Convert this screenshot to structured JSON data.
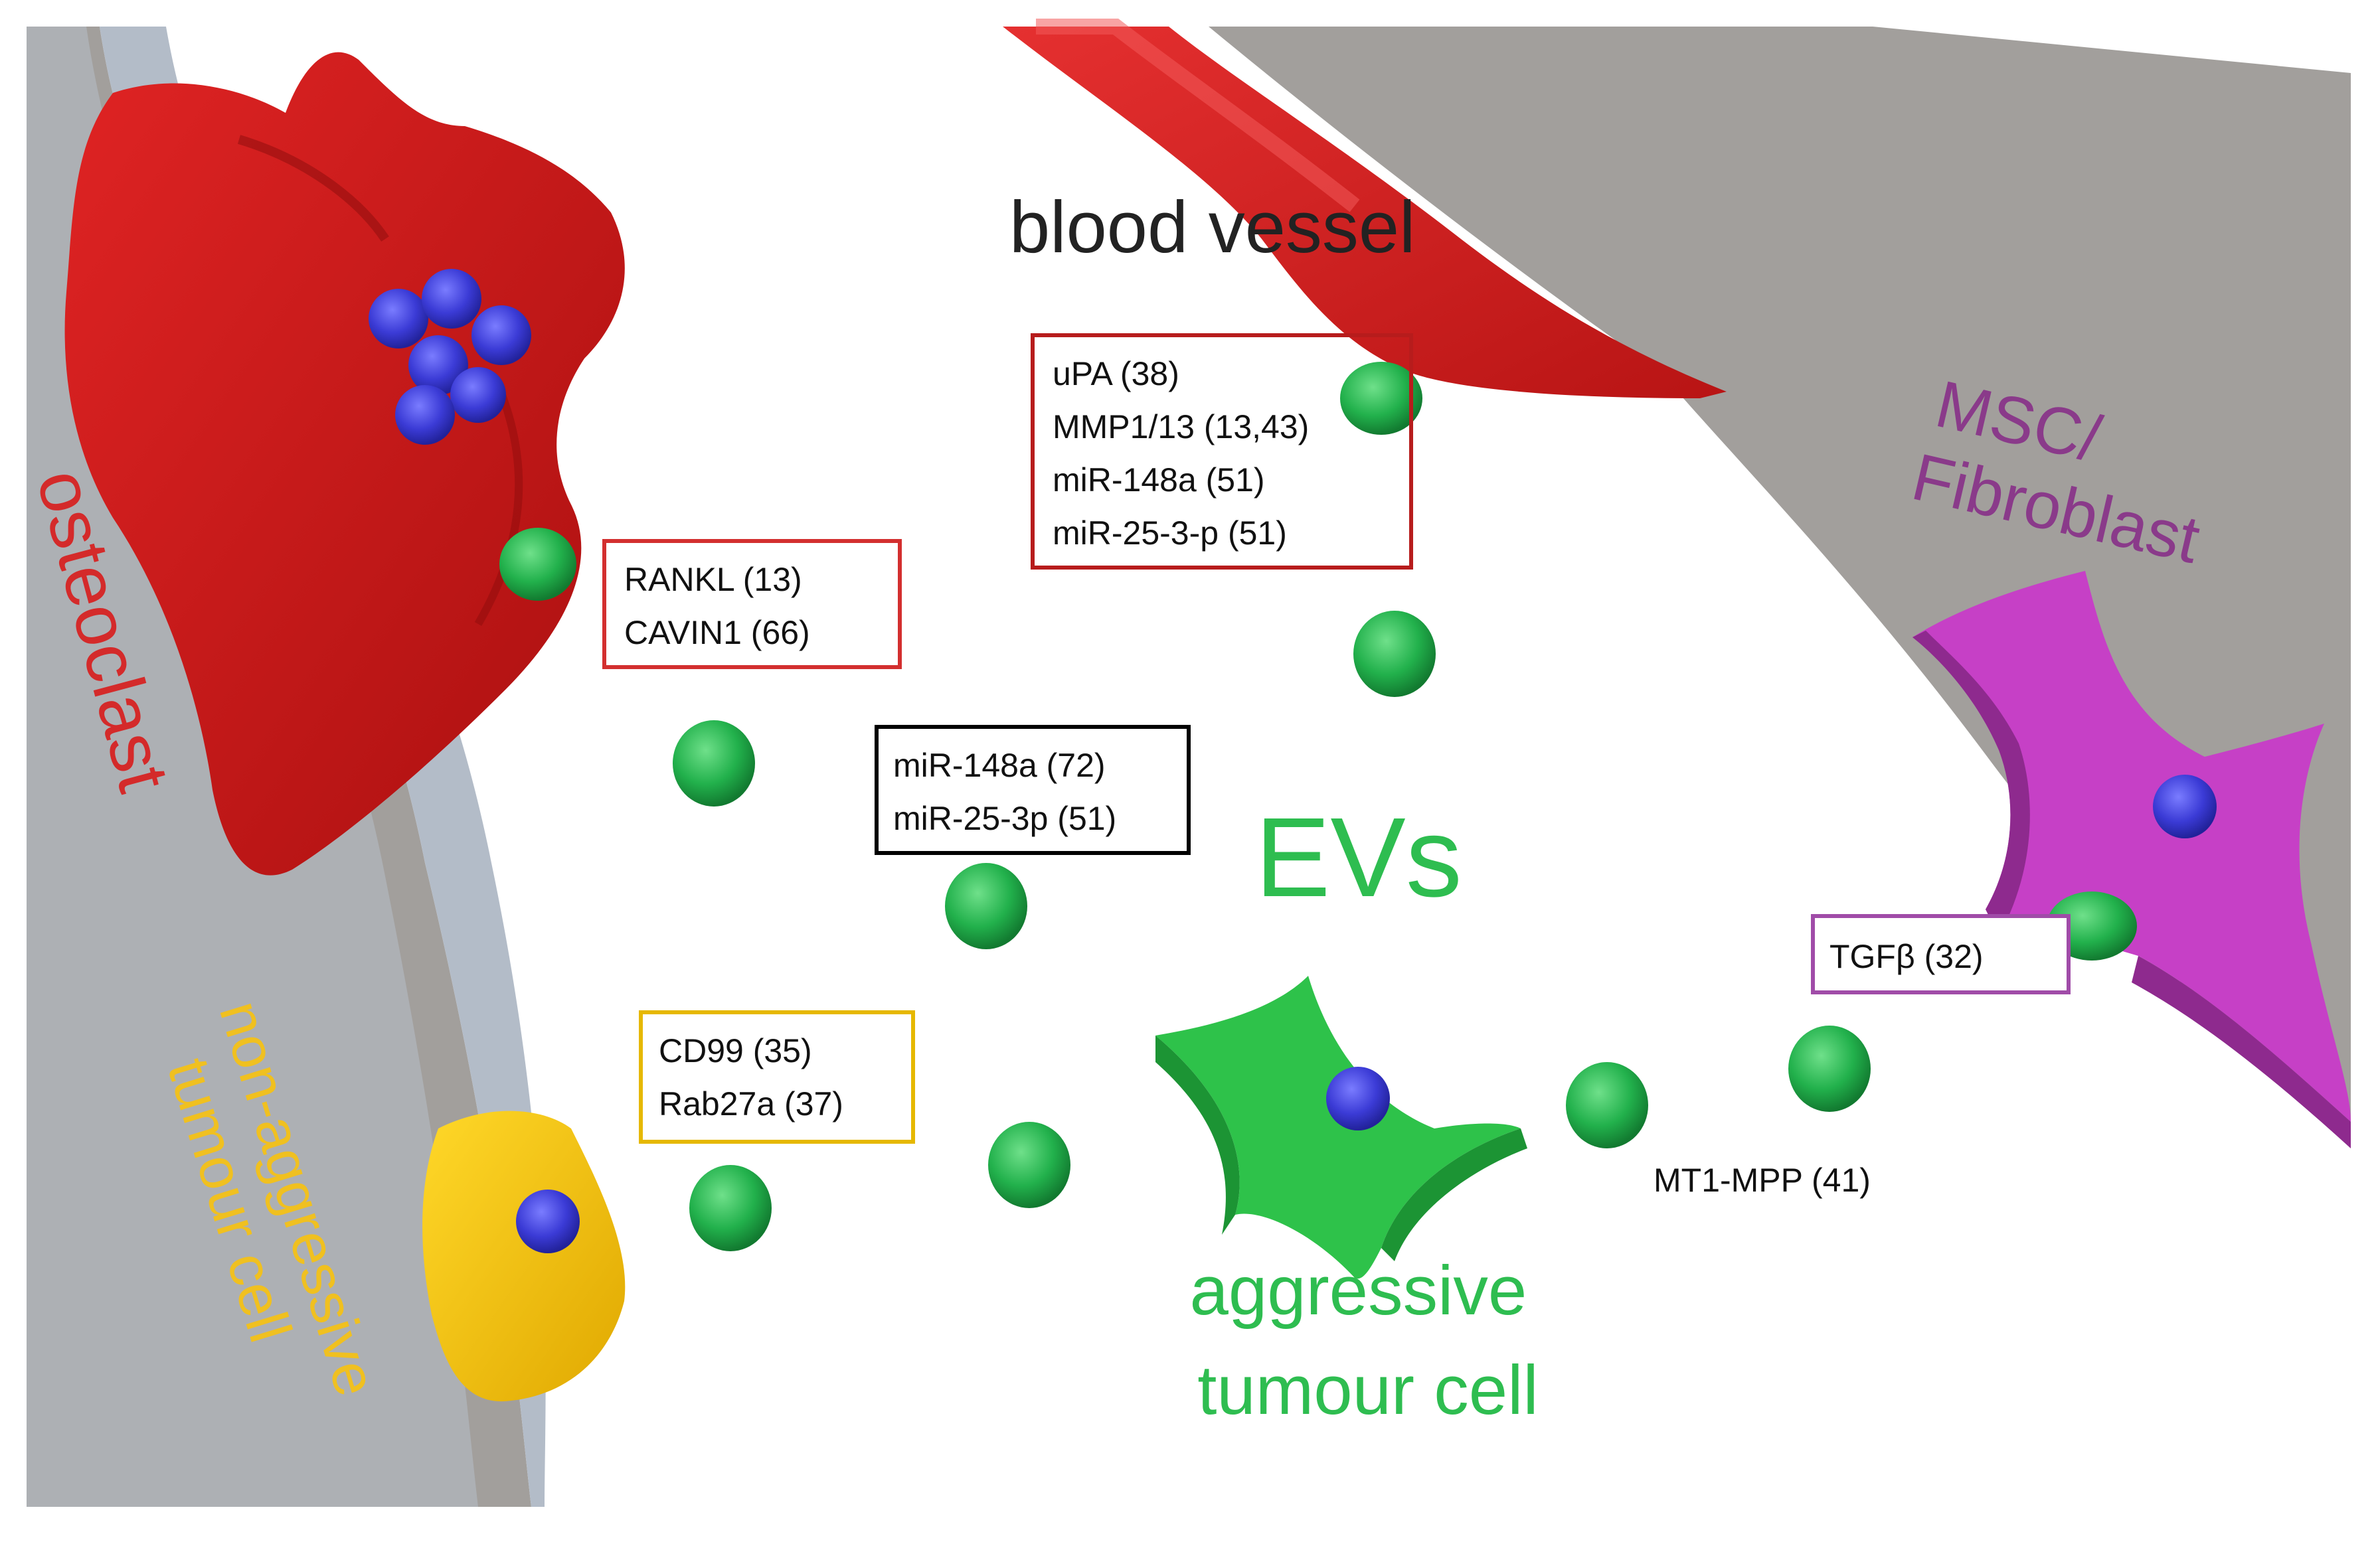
{
  "labels": {
    "blood_vessel": "blood vessel",
    "msc_line1": "MSC/",
    "msc_line2": "Fibroblast",
    "osteoclast": "osteoclast",
    "non_aggr_line1": "non-aggressive",
    "non_aggr_line2": "tumour cell",
    "evs": "EVs",
    "aggr_line1": "aggressive",
    "aggr_line2": "tumour cell"
  },
  "boxes": {
    "blood_vessel": {
      "lines": [
        "uPA (38)",
        "MMP1/13 (13,43)",
        "miR-148a (51)",
        "miR-25-3-p (51)"
      ],
      "color": "#b71c1c"
    },
    "osteoclast": {
      "lines": [
        "RANKL (13)",
        "CAVIN1 (66)"
      ],
      "color": "#d32f2f"
    },
    "aggressive_center": {
      "lines": [
        "miR-148a (72)",
        "miR-25-3p (51)"
      ],
      "color": "#000000"
    },
    "non_aggressive": {
      "lines": [
        "CD99 (35)",
        "Rab27a  (37)"
      ],
      "color": "#e6b800"
    },
    "msc": {
      "lines": [
        "TGFβ (32)"
      ],
      "color": "#a04ca8"
    }
  },
  "free_labels": {
    "mt1_mpp": "MT1-MPP (41)"
  },
  "colors": {
    "osteoclast": "#cc1b1b",
    "blood_vessel": "#d62020",
    "ev": "#22b14c",
    "nucleus": "#3b3bd6",
    "aggressive": "#2ec24a",
    "non_aggressive": "#f5c400",
    "msc": "#c640c6",
    "bone_gray": "#a29f9c",
    "bone_blue": "#b3bcc8",
    "label_osteoclast": "#d42a2a",
    "label_msc": "#8a3a8a",
    "label_non_aggr": "#f0c020",
    "label_green": "#2ebd50",
    "label_black": "#222222"
  }
}
